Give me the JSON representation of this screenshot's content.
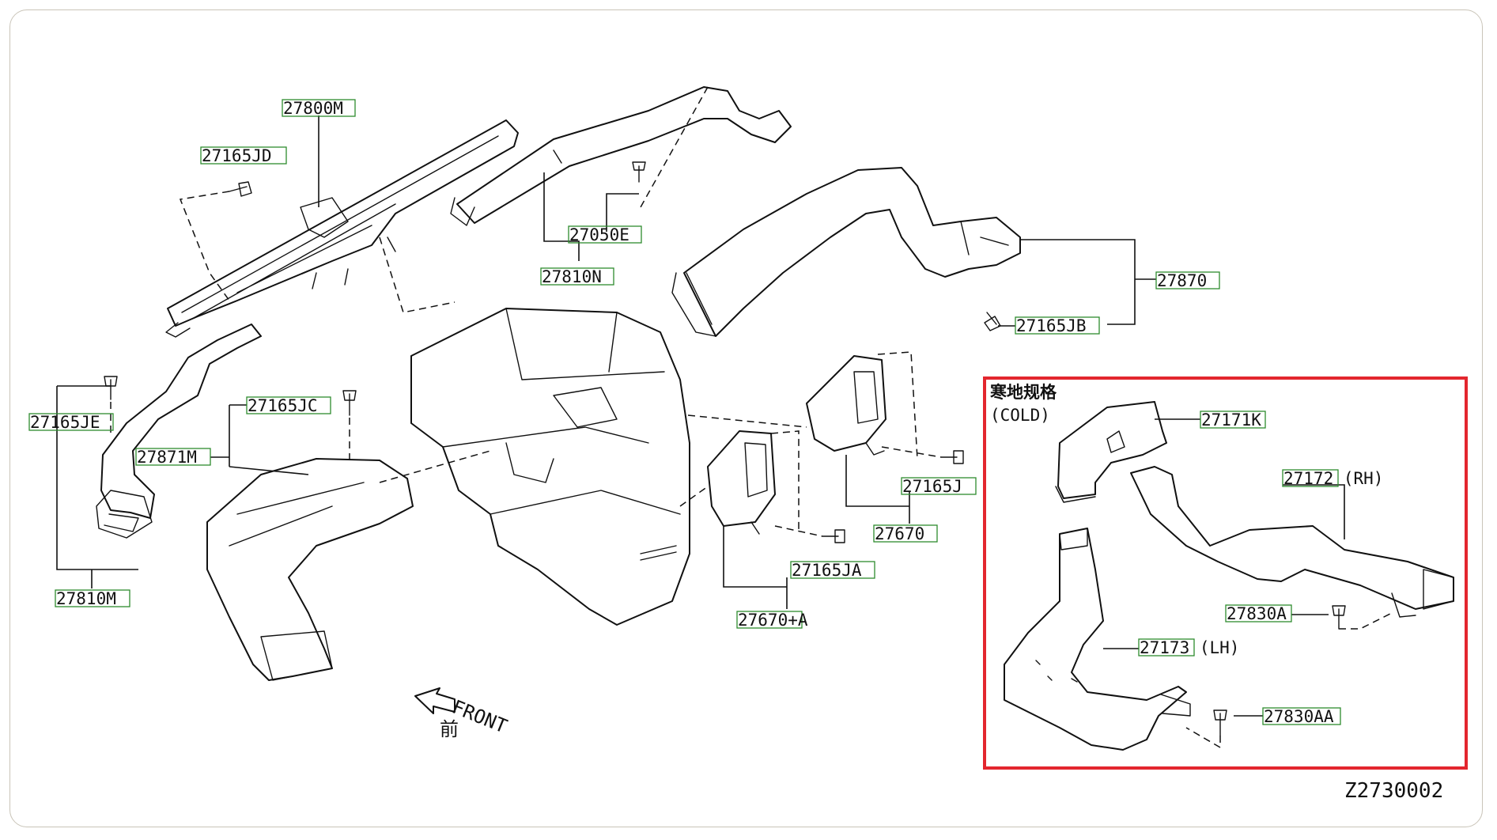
{
  "diagram_id": "Z2730002",
  "front_arrow": {
    "label": "FRONT",
    "label_cn": "前"
  },
  "cold_spec": {
    "title": "寒地规格",
    "subtitle": "(COLD)"
  },
  "colors": {
    "highlight": "#e3262e",
    "callout_box": "#2e8b2e",
    "line": "#111111"
  },
  "parts": {
    "p27800M": "27800M",
    "p27165JD": "27165JD",
    "p27050E": "27050E",
    "p27810N": "27810N",
    "p27870": "27870",
    "p27165JB": "27165JB",
    "p27165JE": "27165JE",
    "p27871M": "27871M",
    "p27165JC": "27165JC",
    "p27810M": "27810M",
    "p27165J": "27165J",
    "p27670": "27670",
    "p27165JA": "27165JA",
    "p27670A": "27670+A",
    "p27171K": "27171K",
    "p27172": "27172 (RH)",
    "p27830A": "27830A",
    "p27173": "27173 (LH)",
    "p27830AA": "27830AA"
  }
}
